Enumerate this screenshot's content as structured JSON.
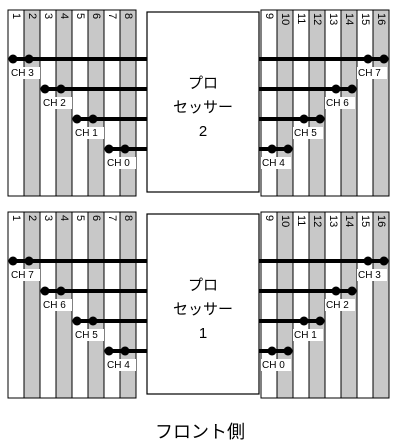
{
  "footer_label": "フロント側",
  "processors": [
    {
      "name_line1": "プロ",
      "name_line2": "セッサー",
      "number": "2",
      "left_slots": [
        "1",
        "2",
        "3",
        "4",
        "5",
        "6",
        "7",
        "8"
      ],
      "right_slots": [
        "9",
        "10",
        "11",
        "12",
        "13",
        "14",
        "15",
        "16"
      ],
      "left_channels": [
        "CH 3",
        "CH 2",
        "CH 1",
        "CH 0"
      ],
      "right_channels": [
        "CH 7",
        "CH 6",
        "CH 5",
        "CH 4"
      ]
    },
    {
      "name_line1": "プロ",
      "name_line2": "セッサー",
      "number": "1",
      "left_slots": [
        "1",
        "2",
        "3",
        "4",
        "5",
        "6",
        "7",
        "8"
      ],
      "right_slots": [
        "9",
        "10",
        "11",
        "12",
        "13",
        "14",
        "15",
        "16"
      ],
      "left_channels": [
        "CH 7",
        "CH 6",
        "CH 5",
        "CH 4"
      ],
      "right_channels": [
        "CH 3",
        "CH 2",
        "CH 1",
        "CH 0"
      ]
    }
  ]
}
